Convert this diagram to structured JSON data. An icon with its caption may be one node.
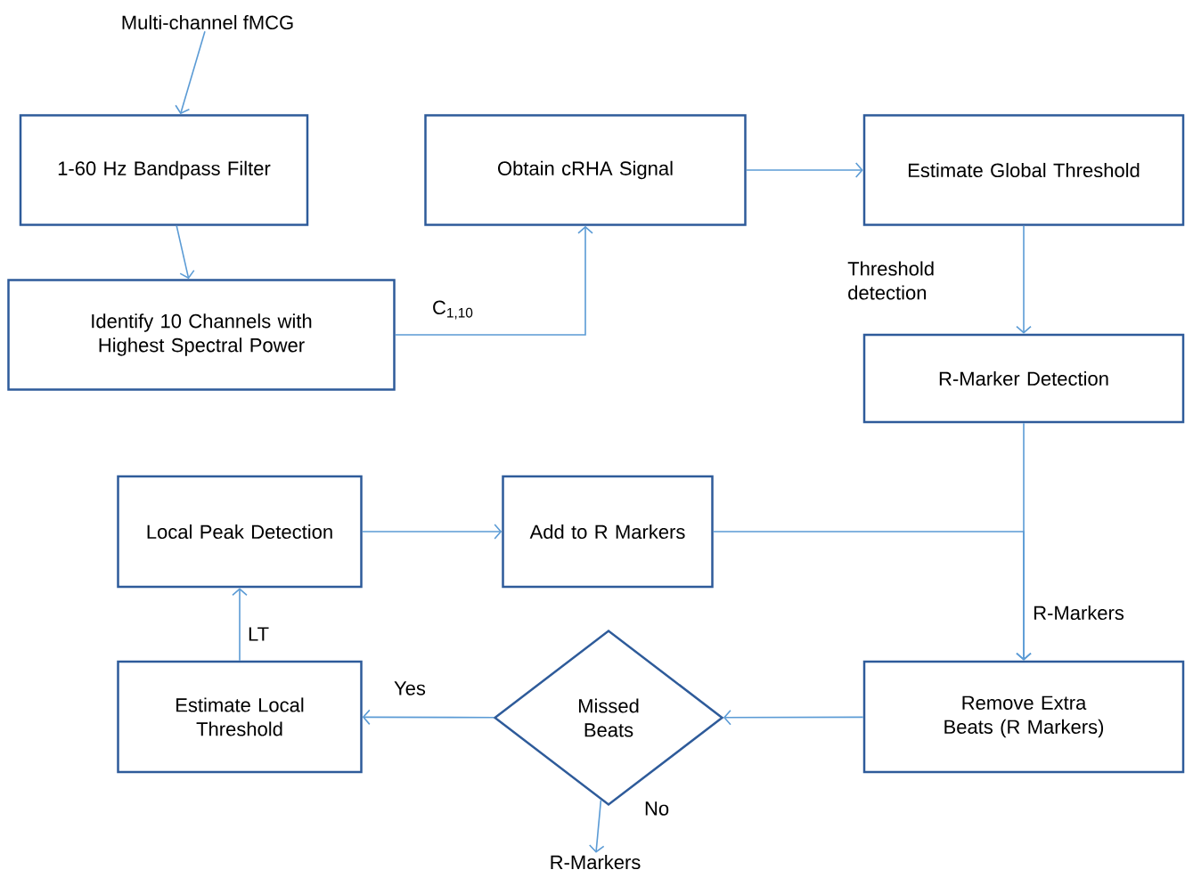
{
  "diagram": {
    "nodes": [
      {
        "text": [
          "Multi-channel fMCG"
        ]
      },
      {
        "text": [
          "1-60 Hz Bandpass Filter"
        ]
      },
      {
        "text": [
          "Identify 10 Channels with Highest Spectral Power"
        ]
      },
      {
        "text": [
          "Obtain cRHA Signal"
        ]
      },
      {
        "text": [
          "Estimate Global Threshold"
        ]
      },
      {
        "text": [
          "R-Marker Detection"
        ]
      },
      {
        "text": [
          "Local Peak Detection"
        ]
      },
      {
        "text": [
          "Add to R Markers"
        ]
      },
      {
        "text": [
          "Estimate Local Threshold"
        ]
      },
      {
        "text": [
          "Missed Beats"
        ]
      },
      {
        "text": [
          "Remove Extra Beats (R Markers)"
        ]
      },
      {
        "text": [
          "R-Markers"
        ]
      }
    ],
    "edges": [
      {
        "from": 0,
        "to": 1,
        "arrow": "to"
      },
      {
        "from": 1,
        "to": 2,
        "arrow": "to"
      },
      {
        "from": 2,
        "to": 3,
        "arrow": "to",
        "label": "C$_{1,10}$"
      },
      {
        "from": 3,
        "to": 4,
        "arrow": "to"
      },
      {
        "from": 4,
        "to": 5,
        "arrow": "to",
        "label": "Threshold detection"
      },
      {
        "from": 5,
        "to": 10,
        "arrow": "to",
        "label": "R-Markers"
      },
      {
        "from": 6,
        "to": 7,
        "arrow": "to"
      },
      {
        "from": 7,
        "to": 10,
        "arrow": "to"
      },
      {
        "from": 10,
        "to": 9,
        "arrow": "to"
      },
      {
        "from": 9,
        "to": 8,
        "arrow": "to",
        "label": "Yes"
      },
      {
        "from": 8,
        "to": 6,
        "arrow": "to",
        "label": "LT"
      },
      {
        "from": 9,
        "to": 11,
        "arrow": "to",
        "label": "No"
      }
    ]
  }
}
